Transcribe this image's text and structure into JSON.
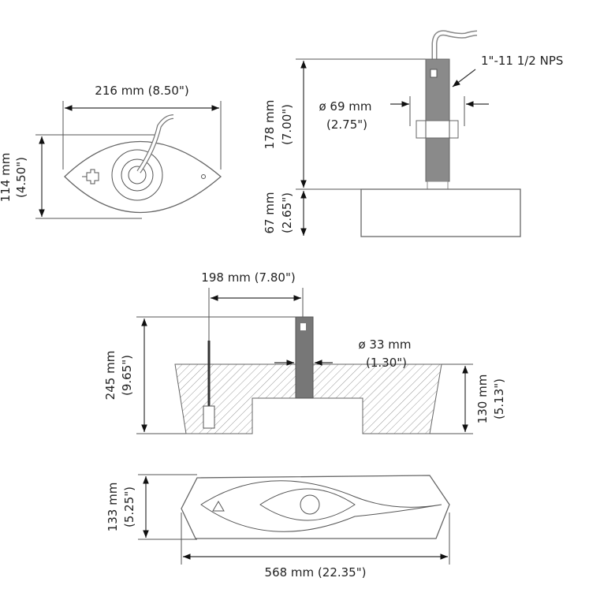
{
  "top_view": {
    "width_label": "216 mm (8.50\")",
    "height_label_mm": "114 mm",
    "height_label_in": "(4.50\")"
  },
  "side_view": {
    "stem_height_mm": "178 mm",
    "stem_height_in": "(7.00\")",
    "base_height_mm": "67 mm",
    "base_height_in": "(2.65\")",
    "thread_label": "1\"-11 1/2 NPS",
    "nut_diameter_mm": "ø 69 mm",
    "nut_diameter_in": "(2.75\")"
  },
  "section_view": {
    "offset_label": "198 mm (7.80\")",
    "total_height_mm": "245 mm",
    "total_height_in": "(9.65\")",
    "stem_diameter_mm": "ø 33 mm",
    "stem_diameter_in": "(1.30\")",
    "block_height_mm": "130 mm",
    "block_height_in": "(5.13\")"
  },
  "bottom_view": {
    "height_mm": "133 mm",
    "height_in": "(5.25\")",
    "length_label": "568 mm (22.35\")"
  },
  "colors": {
    "stem": "#8a8a8a",
    "line": "#555555"
  }
}
